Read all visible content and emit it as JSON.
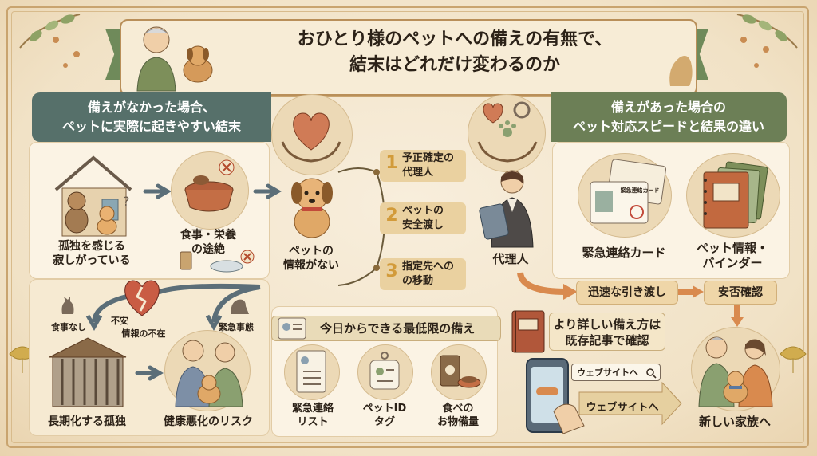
{
  "title": {
    "line1": "おひとり様のペットへの備えの有無で、",
    "line2": "結末はどれだけ変わるのか"
  },
  "left_section": {
    "header_line1": "備えがなかった場合、",
    "header_line2": "ペットに実際に起きやすい結末",
    "items": {
      "lonely": {
        "line1": "孤独を感じる",
        "line2": "寂しがっている"
      },
      "food": {
        "line1": "食事・栄養",
        "line2": "の途絶"
      },
      "no_info": {
        "line1": "ペットの",
        "line2": "情報がない"
      },
      "long_isolation": "長期化する孤独",
      "health_risk": "健康悪化のリスク"
    },
    "tags": {
      "no_food": "食事なし",
      "anxiety": "不安",
      "no_info": "情報の不在",
      "emergency": "緊急事態"
    }
  },
  "steps": [
    {
      "num": "1",
      "line1": "予正確定の",
      "line2": "代理人"
    },
    {
      "num": "2",
      "line1": "ペットの",
      "line2": "安全渡し"
    },
    {
      "num": "3",
      "line1": "指定先への",
      "line2": "の移動"
    }
  ],
  "right_section": {
    "header_line1": "備えがあった場合の",
    "header_line2": "ペット対応スピードと結果の違い",
    "agent": "代理人",
    "emergency_card": "緊急連絡カード",
    "card_text": "緊急連絡カード",
    "binder_line1": "ペット情報・",
    "binder_line2": "バインダー",
    "quick_handover": "迅速な引き渡し",
    "safety_check": "安否確認",
    "new_family": "新しい家族へ"
  },
  "minimum_prep": {
    "header": "今日からできる最低限の備え",
    "items": [
      {
        "line1": "緊急連絡",
        "line2": "リスト"
      },
      {
        "line1": "ペットID",
        "line2": "タグ"
      },
      {
        "line1": "食べの",
        "line2": "お物備量"
      }
    ]
  },
  "more_info": {
    "line1": "より詳しい備え方は",
    "line2": "既存記事で確認",
    "search_text": "ウェブサイトへ",
    "go_label": "ウェブサイトへ"
  },
  "colors": {
    "left_header": "#56706a",
    "right_header": "#6c7f56",
    "accent_orange": "#d98a4e",
    "step_fill": "#ead1a0",
    "background": "#f3e6cf"
  }
}
